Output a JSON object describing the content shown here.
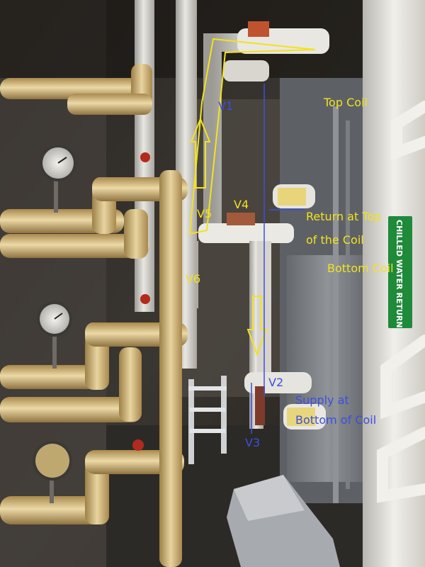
{
  "labels": {
    "top_coil": "Top Coil",
    "bottom_coil": "Bottom Coil",
    "return_line1": "Return at Top",
    "return_line2": "of the Coil",
    "supply_line1": "Supply at",
    "supply_line2": "Bottom of Coil",
    "v1": "V1",
    "v2": "V2",
    "v3": "V3",
    "v4": "V4",
    "v5": "V5",
    "v6": "V6"
  },
  "sign": {
    "text": "CHILLED WATER RETURN"
  },
  "colors": {
    "annotation_yellow": "#f2e21f",
    "annotation_blue": "#3b4fe0",
    "sign_green": "#1e8a3a"
  }
}
